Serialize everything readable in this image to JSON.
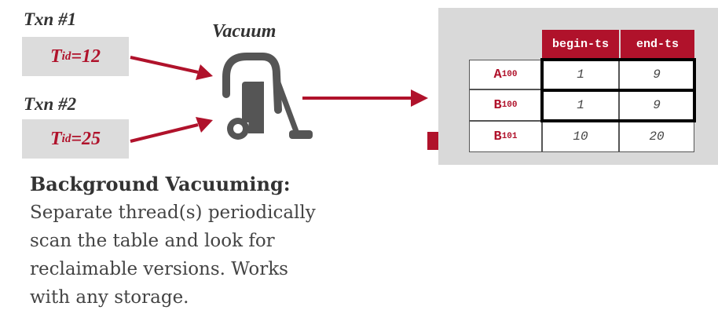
{
  "transactions": [
    {
      "label": "Txn #1",
      "tid_prefix": "T",
      "tid_sub": "id",
      "tid_value": "=12"
    },
    {
      "label": "Txn #2",
      "tid_prefix": "T",
      "tid_sub": "id",
      "tid_value": "=25"
    }
  ],
  "vacuum": {
    "title": "Vacuum",
    "icon": "vacuum-cleaner-icon"
  },
  "version_table": {
    "headers": [
      "begin-ts",
      "end-ts"
    ],
    "rows": [
      {
        "name": "A",
        "version": "100",
        "begin": "1",
        "end": "9",
        "highlighted": true
      },
      {
        "name": "B",
        "version": "100",
        "begin": "1",
        "end": "9",
        "highlighted": true
      },
      {
        "name": "B",
        "version": "101",
        "begin": "10",
        "end": "20",
        "highlighted": false,
        "pointer": true
      }
    ]
  },
  "description": {
    "title": "Background Vacuuming:",
    "lines": [
      "Separate thread(s) periodically",
      "scan the table and look for",
      "reclaimable versions. Works",
      "with any storage."
    ]
  },
  "colors": {
    "accent": "#b0122b",
    "panel": "#d9d9d9",
    "tid_box": "#dcdcdc",
    "icon": "#555555"
  }
}
